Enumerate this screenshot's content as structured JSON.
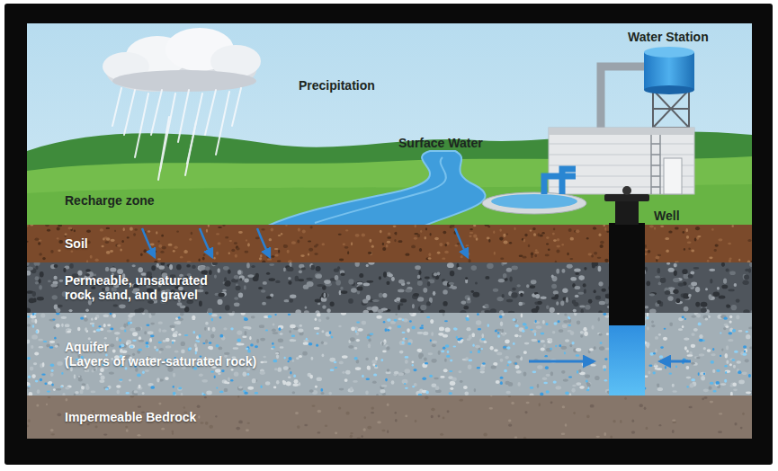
{
  "diagram": {
    "nodes": [
      {
        "text": [
          "Soil"
        ]
      },
      {
        "text": [
          "Permeable, unsaturated rock, sand, and gravel"
        ]
      },
      {
        "text": [
          "Aquifer",
          "(Layers of water-saturated rock)"
        ]
      },
      {
        "text": [
          "Impermeable Bedrock"
        ]
      }
    ],
    "labels": [
      "Water Station",
      "Precipitation",
      "Surface Water",
      "Recharge zone",
      "Well"
    ]
  }
}
